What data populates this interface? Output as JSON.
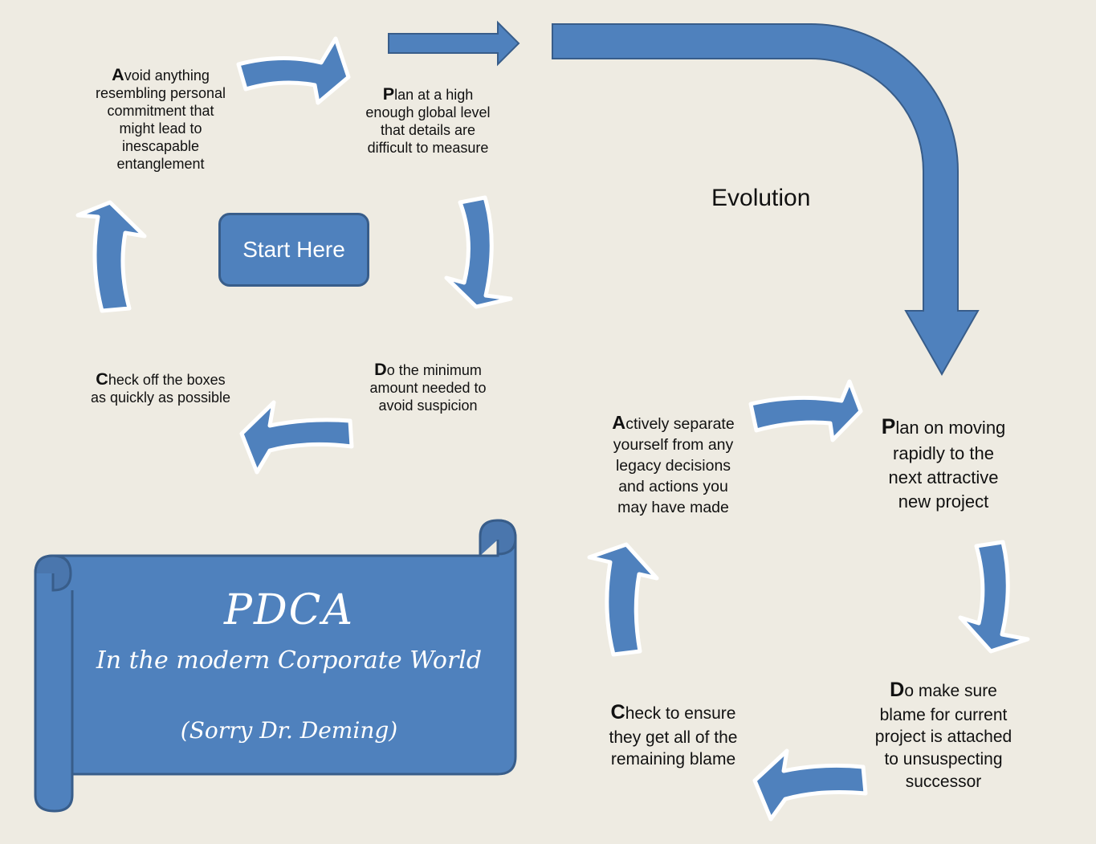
{
  "colors": {
    "background": "#eeebe2",
    "arrow_fill": "#4f81bd",
    "arrow_stroke": "#385d8a",
    "text": "#111111"
  },
  "start_button": {
    "label": "Start Here"
  },
  "evolution_label": "Evolution",
  "left_cycle": {
    "plan": {
      "cap": "P",
      "rest": "lan at a high\nenough global level\nthat details are\ndifficult to measure"
    },
    "do": {
      "cap": "D",
      "rest": "o the minimum\namount needed to\navoid suspicion"
    },
    "check": {
      "cap": "C",
      "rest": "heck off the boxes\nas quickly as possible"
    },
    "act": {
      "cap": "A",
      "rest": "void anything\nresembling personal\ncommitment that\nmight lead to\ninescapable\nentanglement"
    }
  },
  "right_cycle": {
    "plan": {
      "cap": "P",
      "rest": "lan on moving\nrapidly to the\nnext attractive\nnew project"
    },
    "do": {
      "cap": "D",
      "rest": "o make sure\nblame for current\nproject is attached\nto unsuspecting\nsuccessor"
    },
    "check": {
      "cap": "C",
      "rest": "heck to ensure\nthey get all of the\nremaining blame"
    },
    "act": {
      "cap": "A",
      "rest": "ctively separate\nyourself from any\nlegacy decisions\nand actions you\nmay have made"
    }
  },
  "scroll": {
    "title": "PDCA",
    "subtitle": "In the modern Corporate World",
    "note": "(Sorry Dr. Deming)"
  }
}
